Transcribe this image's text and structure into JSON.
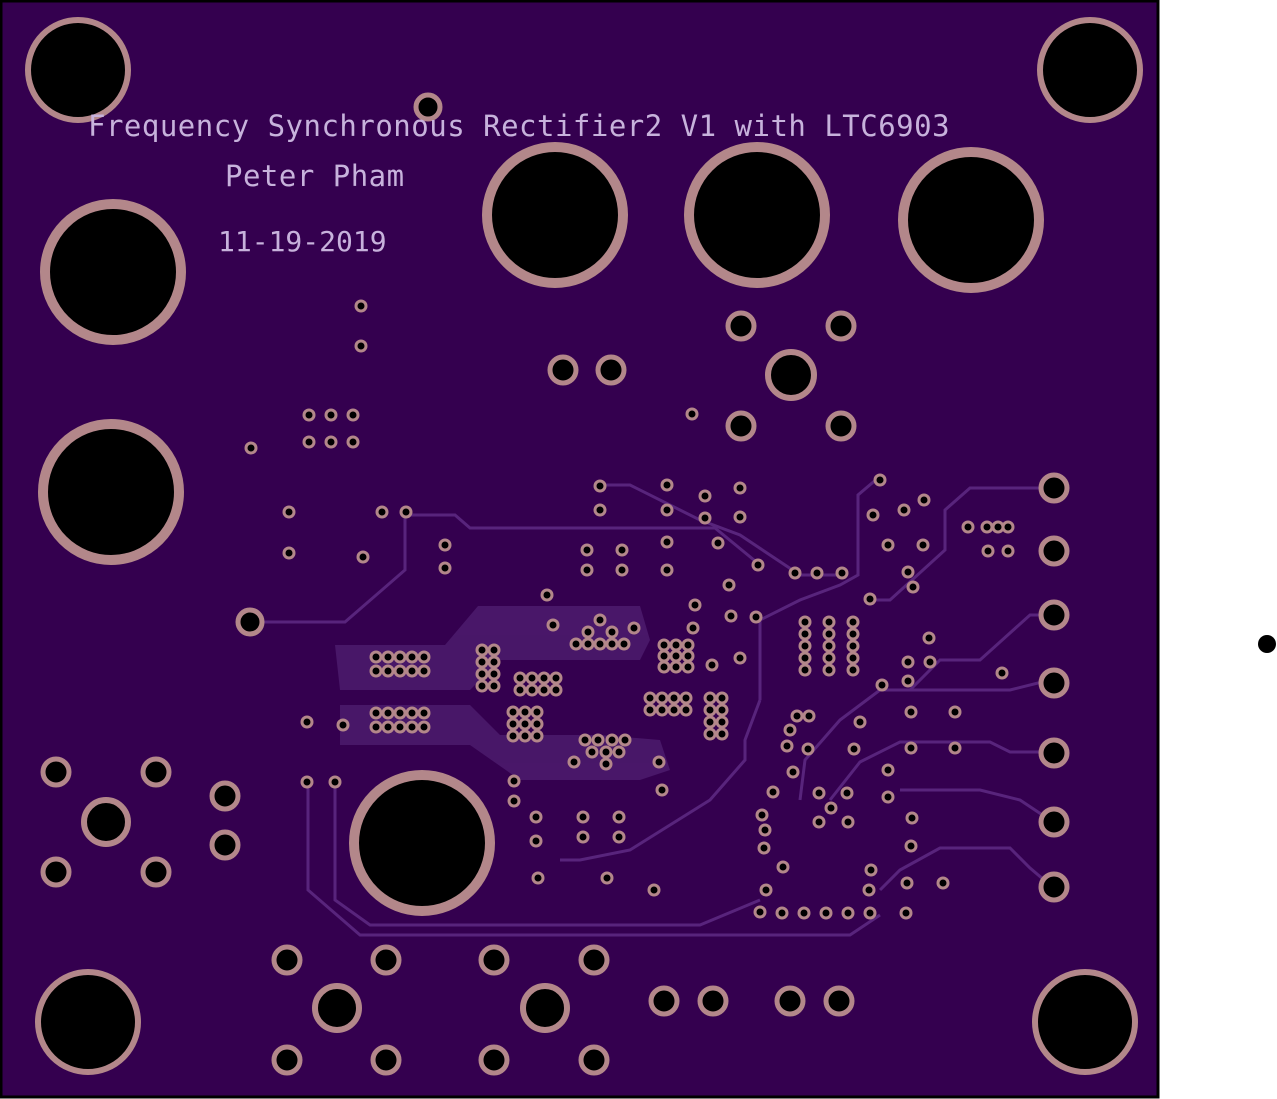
{
  "board": {
    "title_line": "Frequency Synchronous Rectifier2 V1 with LTC6903",
    "author": "Peter Pham",
    "date": "11-19-2019"
  },
  "colors": {
    "background": "#ffffff",
    "board": "#34004f",
    "board_border": "#000000",
    "copper_fill": "#4b1a6b",
    "trace": "#58247c",
    "pad_ring": "#b3878a",
    "hole": "#000000",
    "silkscreen": "#c7b2dc"
  }
}
